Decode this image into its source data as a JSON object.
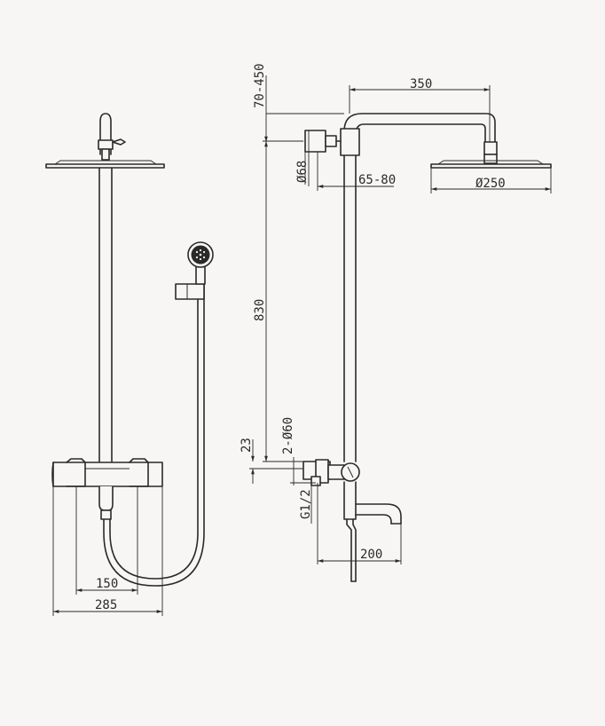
{
  "dimensions": {
    "width_285": "285",
    "width_150": "150",
    "height_830": "830",
    "adjust_70_450": "70-450",
    "arm_350": "350",
    "diameter_68": "Ø68",
    "wall_65_80": "65-80",
    "head_250": "Ø250",
    "offset_23": "23",
    "inlet_2_60": "2-Ø60",
    "thread_g12": "G1/2",
    "spout_200": "200"
  },
  "colors": {
    "line": "#2a2a2a",
    "background": "#f7f6f4"
  }
}
